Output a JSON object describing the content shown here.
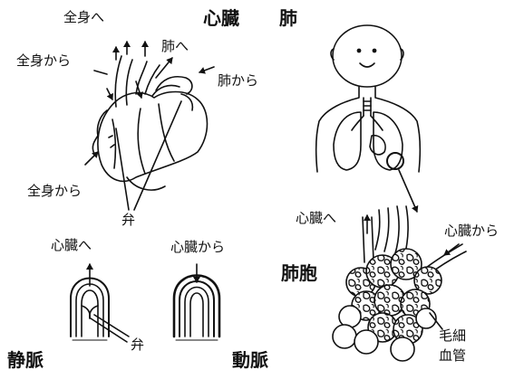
{
  "labels": {
    "heart_title": "心臓",
    "lung_title": "肺",
    "from_body_top": "全身から",
    "to_body": "全身へ",
    "to_lung": "肺へ",
    "from_lung": "肺から",
    "from_body_bottom": "全身から",
    "valve_heart": "弁",
    "vein_to_heart": "心臓へ",
    "artery_from_heart": "心臓から",
    "valve_vein": "弁",
    "vein": "静脈",
    "artery": "動脈",
    "alveoli_to_heart": "心臓へ",
    "alveoli_from_heart": "心臓から",
    "alveoli": "肺胞",
    "capillary_line1": "毛細",
    "capillary_line2": "血管"
  }
}
